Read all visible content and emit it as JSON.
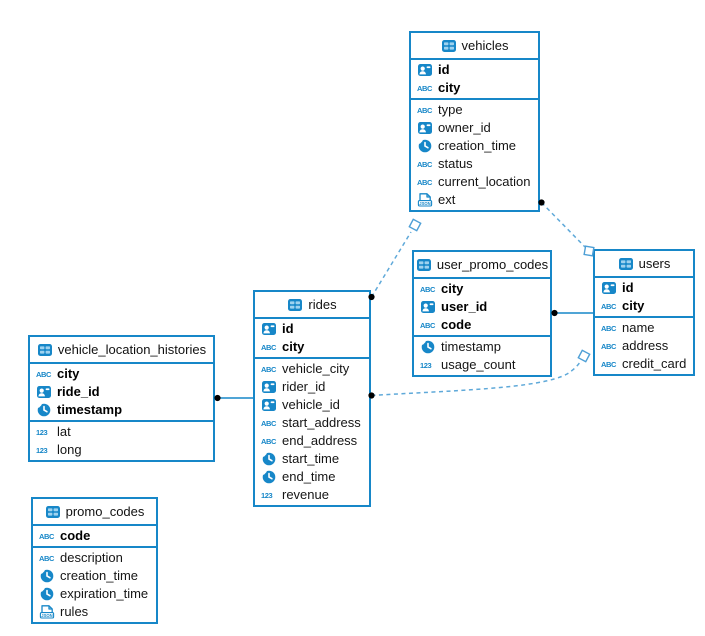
{
  "icon_labels": {
    "text": "ABC",
    "number": "123",
    "json": "JSON"
  },
  "colors": {
    "table_border": "#1787c8",
    "icon_blue": "#1787c8",
    "icon_light_cell": "#9fd2ef",
    "relation_dashed": "#5fa9d9",
    "relation_solid": "#1787c8",
    "endpoint_dot": "#000000",
    "endpoint_square_stroke": "#4d9fd6",
    "text": "#151515",
    "background": "#ffffff"
  },
  "tables": [
    {
      "key": "vehicles",
      "title": "vehicles",
      "primary_fields": [
        {
          "name": "id",
          "icon": "person-id-icon"
        },
        {
          "name": "city",
          "icon": "text-type-icon"
        }
      ],
      "fields": [
        {
          "name": "type",
          "icon": "text-type-icon"
        },
        {
          "name": "owner_id",
          "icon": "person-id-icon"
        },
        {
          "name": "creation_time",
          "icon": "time-icon"
        },
        {
          "name": "status",
          "icon": "text-type-icon"
        },
        {
          "name": "current_location",
          "icon": "text-type-icon"
        },
        {
          "name": "ext",
          "icon": "json-icon"
        }
      ]
    },
    {
      "key": "user_promo_codes",
      "title": "user_promo_codes",
      "primary_fields": [
        {
          "name": "city",
          "icon": "text-type-icon"
        },
        {
          "name": "user_id",
          "icon": "person-id-icon"
        },
        {
          "name": "code",
          "icon": "text-type-icon"
        }
      ],
      "fields": [
        {
          "name": "timestamp",
          "icon": "time-icon"
        },
        {
          "name": "usage_count",
          "icon": "number-type-icon"
        }
      ]
    },
    {
      "key": "users",
      "title": "users",
      "primary_fields": [
        {
          "name": "id",
          "icon": "person-id-icon"
        },
        {
          "name": "city",
          "icon": "text-type-icon"
        }
      ],
      "fields": [
        {
          "name": "name",
          "icon": "text-type-icon"
        },
        {
          "name": "address",
          "icon": "text-type-icon"
        },
        {
          "name": "credit_card",
          "icon": "text-type-icon"
        }
      ]
    },
    {
      "key": "rides",
      "title": "rides",
      "primary_fields": [
        {
          "name": "id",
          "icon": "person-id-icon"
        },
        {
          "name": "city",
          "icon": "text-type-icon"
        }
      ],
      "fields": [
        {
          "name": "vehicle_city",
          "icon": "text-type-icon"
        },
        {
          "name": "rider_id",
          "icon": "person-id-icon"
        },
        {
          "name": "vehicle_id",
          "icon": "person-id-icon"
        },
        {
          "name": "start_address",
          "icon": "text-type-icon"
        },
        {
          "name": "end_address",
          "icon": "text-type-icon"
        },
        {
          "name": "start_time",
          "icon": "time-icon"
        },
        {
          "name": "end_time",
          "icon": "time-icon"
        },
        {
          "name": "revenue",
          "icon": "number-type-icon"
        }
      ]
    },
    {
      "key": "vehicle_location_histories",
      "title": "vehicle_location_histories",
      "primary_fields": [
        {
          "name": "city",
          "icon": "text-type-icon"
        },
        {
          "name": "ride_id",
          "icon": "person-id-icon"
        },
        {
          "name": "timestamp",
          "icon": "time-icon"
        }
      ],
      "fields": [
        {
          "name": "lat",
          "icon": "number-type-icon"
        },
        {
          "name": "long",
          "icon": "number-type-icon"
        }
      ]
    },
    {
      "key": "promo_codes",
      "title": "promo_codes",
      "primary_fields": [
        {
          "name": "code",
          "icon": "text-type-icon"
        }
      ],
      "fields": [
        {
          "name": "description",
          "icon": "text-type-icon"
        },
        {
          "name": "creation_time",
          "icon": "time-icon"
        },
        {
          "name": "expiration_time",
          "icon": "time-icon"
        },
        {
          "name": "rules",
          "icon": "json-icon"
        }
      ]
    }
  ],
  "relations": [
    {
      "from": "rides",
      "to": "vehicles",
      "style": "dashed",
      "from_marker": "dot",
      "to_marker": "open-square"
    },
    {
      "from": "vehicles",
      "to": "users",
      "style": "dashed",
      "from_marker": "dot",
      "to_marker": "open-square"
    },
    {
      "from": "rides",
      "to": "users",
      "style": "dashed",
      "from_marker": "dot",
      "to_marker": "open-square"
    },
    {
      "from": "user_promo_codes",
      "to": "users",
      "style": "solid",
      "from_marker": "dot",
      "to_marker": "none"
    },
    {
      "from": "vehicle_location_histories",
      "to": "rides",
      "style": "solid",
      "from_marker": "dot",
      "to_marker": "none"
    }
  ]
}
